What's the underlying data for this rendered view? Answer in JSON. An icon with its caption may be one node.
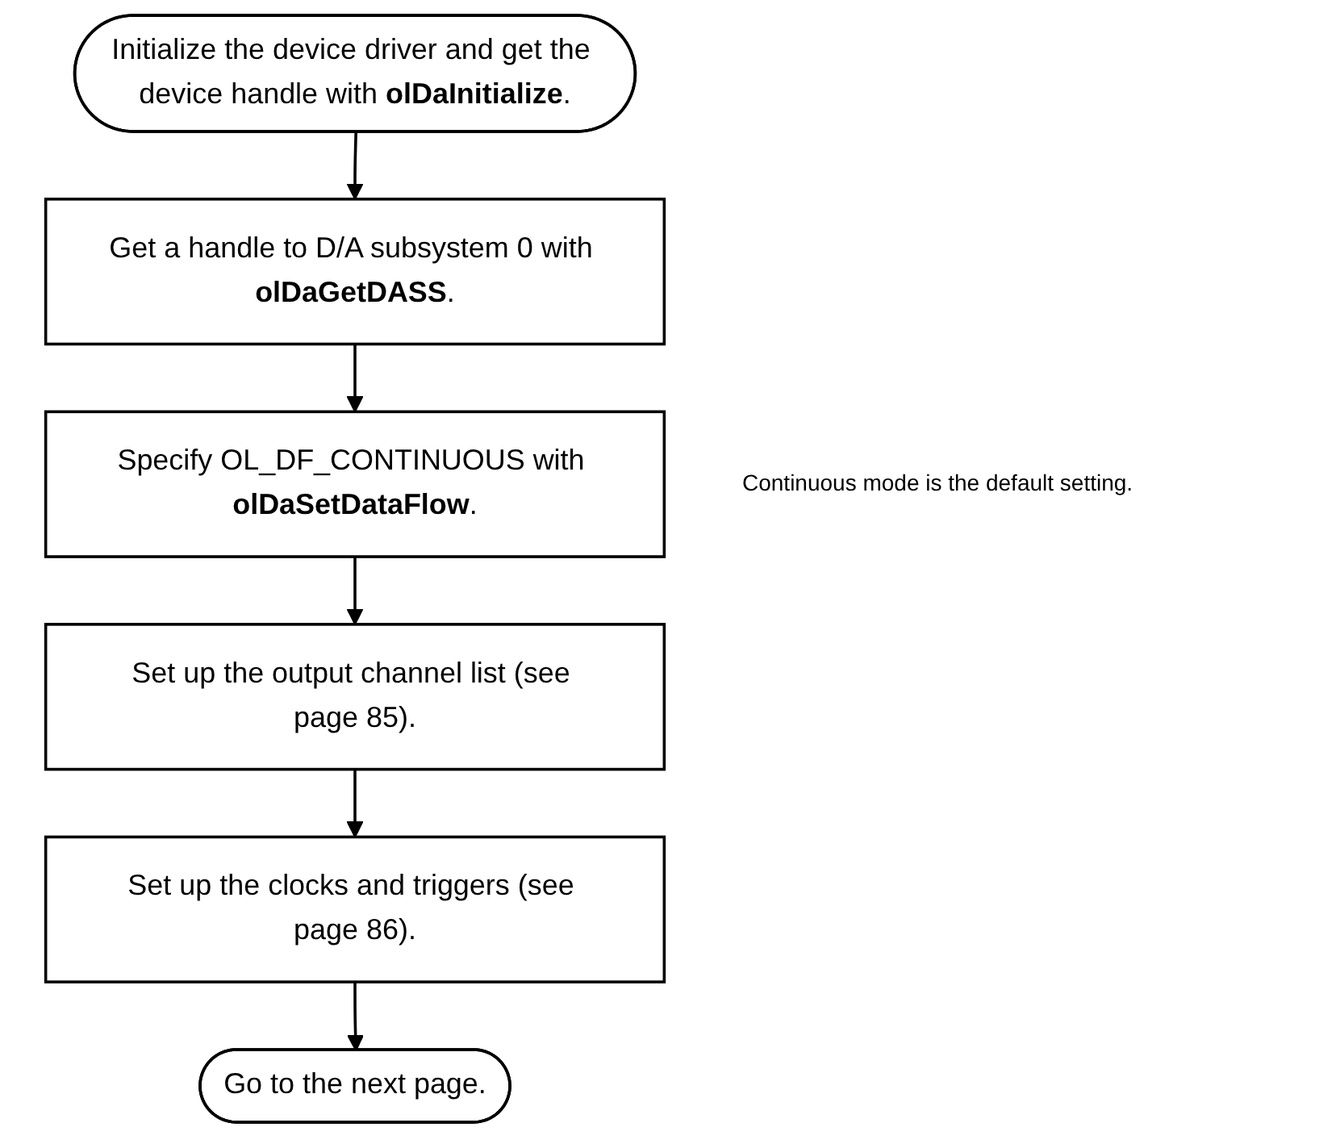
{
  "diagram": {
    "nodes": [
      {
        "text": [
          "Initialize the device driver and get the device handle with **olDaInitialize**."
        ]
      },
      {
        "text": [
          "Get a handle to D/A subsystem 0 with **olDaGetDASS**."
        ]
      },
      {
        "text": [
          "Specify OL_DF_CONTINUOUS with **olDaSetDataFlow**."
        ],
        "beside": [
          "Continuous mode is the default setting."
        ]
      },
      {
        "text": [
          "Set up the output channel list (see page 85)."
        ]
      },
      {
        "text": [
          "Set up the clocks and triggers (see page 86)."
        ]
      },
      {
        "text": [
          "Go to the next page."
        ]
      }
    ],
    "edges": [
      {
        "from": 0,
        "to": 1,
        "arrow": "to"
      },
      {
        "from": 1,
        "to": 2,
        "arrow": "to"
      },
      {
        "from": 2,
        "to": 3,
        "arrow": "to"
      },
      {
        "from": 3,
        "to": 4,
        "arrow": "to"
      },
      {
        "from": 4,
        "to": 5,
        "arrow": "to"
      }
    ]
  }
}
